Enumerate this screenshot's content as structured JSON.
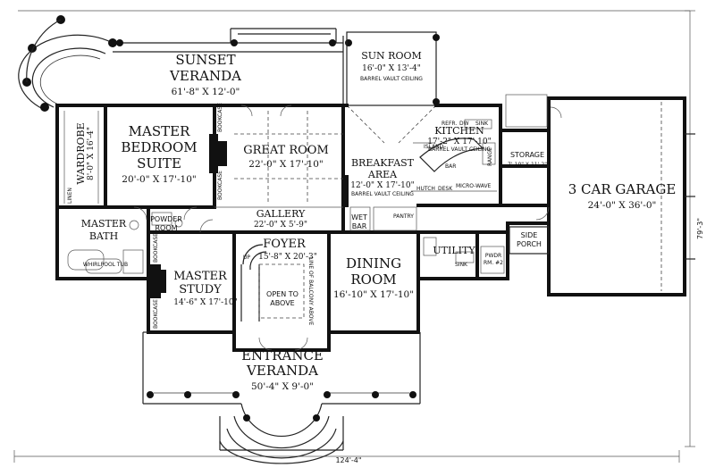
{
  "rooms": {
    "sunset_veranda": {
      "name1": "SUNSET",
      "name2": "VERANDA",
      "dim": "61'-8\" X 12'-0\""
    },
    "sun_room": {
      "name": "SUN ROOM",
      "dim": "16'-0\" X 13'-4\"",
      "note": "BARREL VAULT CEILING"
    },
    "master_bedroom": {
      "name1": "MASTER",
      "name2": "BEDROOM",
      "name3": "SUITE",
      "dim": "20'-0\" X 17'-10\""
    },
    "wardrobe": {
      "name": "WARDROBE",
      "dim": "8'-0\" X 16'-4\""
    },
    "great_room": {
      "name": "GREAT ROOM",
      "dim": "22'-0\" X 17'-10\""
    },
    "breakfast": {
      "name1": "BREAKFAST",
      "name2": "AREA",
      "dim": "12'-0\" X 17'-10\"",
      "note": "BARREL VAULT CEILING"
    },
    "kitchen": {
      "name": "KITCHEN",
      "dim": "17'-2\" X 17'-10\"",
      "note": "BARREL VAULT CEILING",
      "island": "ISLAND",
      "bar": "BAR",
      "sink": "SINK",
      "dw": "DW",
      "refr": "REFR.",
      "range": "RANGE",
      "hutch": "HUTCH",
      "desk": "DESK",
      "micro": "MICRO-WAVE",
      "pantry": "PANTRY"
    },
    "storage": {
      "name": "STORAGE",
      "dim": "7'-10\" X 11'-2\""
    },
    "garage": {
      "name": "3 CAR GARAGE",
      "dim": "24'-0\" X 36'-0\""
    },
    "gallery": {
      "name": "GALLERY",
      "dim": "22'-0\" X 5'-9\""
    },
    "master_bath": {
      "name1": "MASTER",
      "name2": "BATH",
      "tub": "WHIRLPOOL TUB",
      "linen": "LINEN"
    },
    "powder_room": {
      "name1": "POWDER",
      "name2": "ROOM"
    },
    "foyer": {
      "name": "FOYER",
      "dim": "15'-8\" X 20'-3\"",
      "up": "UP",
      "open1": "OPEN TO",
      "open2": "ABOVE",
      "balcony": "LINE OF BALCONY ABOVE"
    },
    "wet_bar": {
      "name1": "WET",
      "name2": "BAR"
    },
    "dining": {
      "name1": "DINING",
      "name2": "ROOM",
      "dim": "16'-10\" X 17'-10\""
    },
    "utility": {
      "name": "UTILITY",
      "sink": "SINK"
    },
    "side_porch": {
      "name1": "SIDE",
      "name2": "PORCH"
    },
    "pwdr": {
      "name1": "PWDR",
      "name2": "RM. #2"
    },
    "master_study": {
      "name1": "MASTER",
      "name2": "STUDY",
      "dim": "14'-6\" X 17'-10\""
    },
    "entrance_veranda": {
      "name1": "ENTRANCE",
      "name2": "VERANDA",
      "dim": "50'-4\" X 9'-0\""
    },
    "bookcase": "BOOKCASE"
  },
  "overall": {
    "width": "124'-4\"",
    "depth": "79'-3\""
  }
}
